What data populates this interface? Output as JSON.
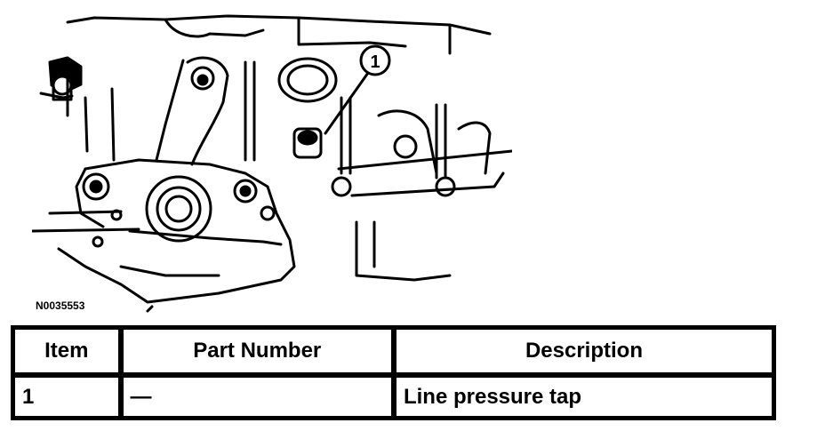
{
  "figure": {
    "callout_number": "1",
    "figure_id": "N0035553"
  },
  "table": {
    "headers": [
      "Item",
      "Part Number",
      "Description"
    ],
    "rows": [
      [
        "1",
        "—",
        "Line pressure tap"
      ]
    ]
  }
}
